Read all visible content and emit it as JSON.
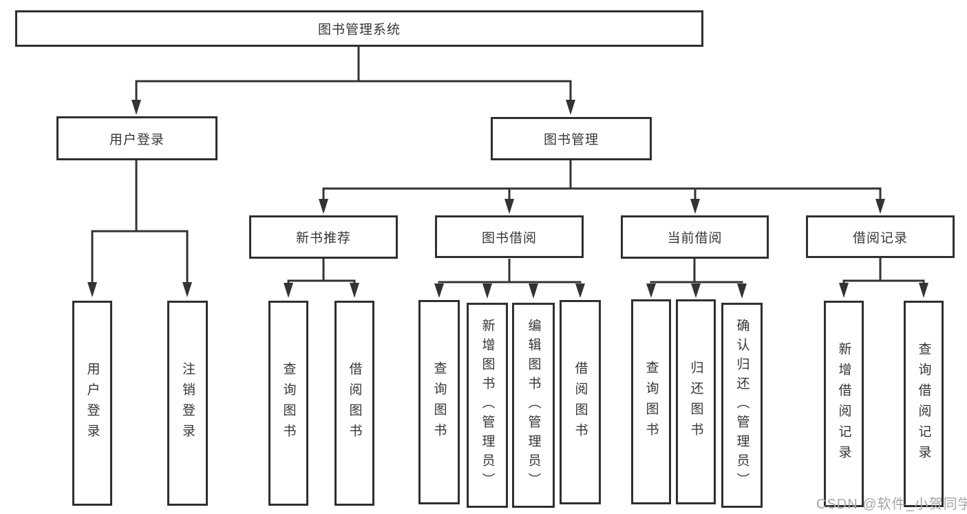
{
  "colors": {
    "line": "#333333",
    "border": "#2f2f2f",
    "text": "#363636",
    "background": "#ffffff",
    "watermark": "#a6a6a6"
  },
  "watermark": {
    "text": "CSDN @软件_小贺同学"
  },
  "tree": {
    "root": {
      "label": "图书管理系统",
      "children": [
        {
          "label": "用户登录",
          "children": [
            {
              "label": "用户登录"
            },
            {
              "label": "注销登录"
            }
          ]
        },
        {
          "label": "图书管理",
          "children": [
            {
              "label": "新书推荐",
              "children": [
                {
                  "label": "查询图书"
                },
                {
                  "label": "借阅图书"
                }
              ]
            },
            {
              "label": "图书借阅",
              "children": [
                {
                  "label": "查询图书"
                },
                {
                  "label": "新增图书（管理员）"
                },
                {
                  "label": "编辑图书（管理员）"
                },
                {
                  "label": "借阅图书"
                }
              ]
            },
            {
              "label": "当前借阅",
              "children": [
                {
                  "label": "查询图书"
                },
                {
                  "label": "归还图书"
                },
                {
                  "label": "确认归还（管理员）"
                }
              ]
            },
            {
              "label": "借阅记录",
              "children": [
                {
                  "label": "新增借阅记录"
                },
                {
                  "label": "查询借阅记录"
                }
              ]
            }
          ]
        }
      ]
    }
  }
}
